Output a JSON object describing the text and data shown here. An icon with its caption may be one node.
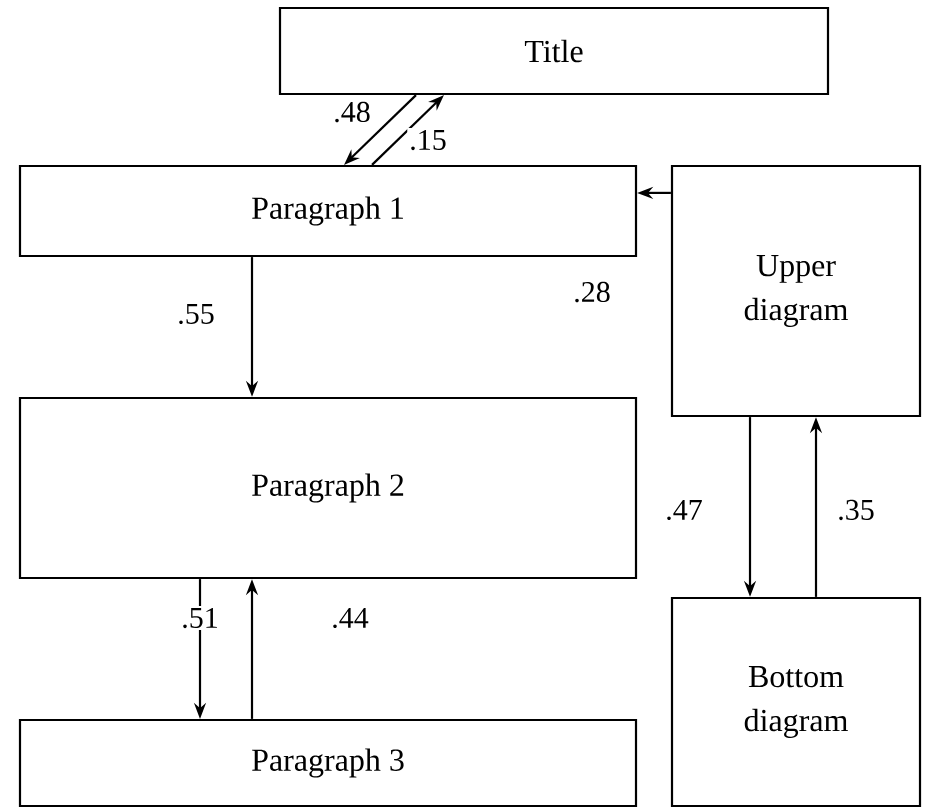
{
  "diagram": {
    "nodes": [
      {
        "text": [
          "Title"
        ]
      },
      {
        "text": [
          "Paragraph 1"
        ]
      },
      {
        "text": [
          "Paragraph 2"
        ]
      },
      {
        "text": [
          "Paragraph 3"
        ]
      },
      {
        "text": [
          "Upper diagram"
        ]
      },
      {
        "text": [
          "Bottom diagram"
        ]
      }
    ],
    "edges": [
      {
        "from": 0,
        "to": 1,
        "arrow": "to",
        "label": ".48"
      },
      {
        "from": 1,
        "to": 0,
        "arrow": "to",
        "label": ".15"
      },
      {
        "from": 4,
        "to": 1,
        "arrow": "to",
        "label": ".28"
      },
      {
        "from": 1,
        "to": 2,
        "arrow": "to",
        "label": ".55"
      },
      {
        "from": 2,
        "to": 3,
        "arrow": "to",
        "label": ".51"
      },
      {
        "from": 3,
        "to": 2,
        "arrow": "to",
        "label": ".44"
      },
      {
        "from": 4,
        "to": 5,
        "arrow": "to",
        "label": ".47"
      },
      {
        "from": 5,
        "to": 4,
        "arrow": "to",
        "label": ".35"
      }
    ]
  }
}
